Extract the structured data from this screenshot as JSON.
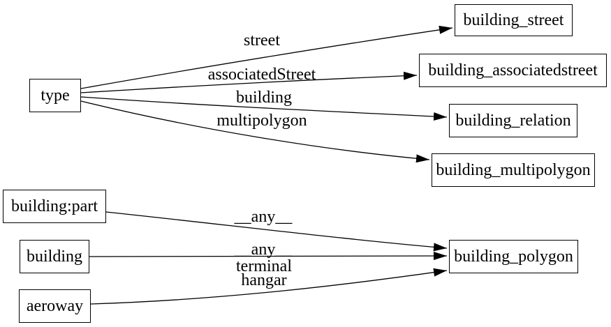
{
  "diagram": {
    "type": "graphviz-digraph",
    "background_color": "#ffffff",
    "line_color": "#000000",
    "text_color": "#000000",
    "node_fill_color": "#ffffff"
  },
  "nodes": [
    {
      "id": "type",
      "label": "type"
    },
    {
      "id": "building_street",
      "label": "building_street"
    },
    {
      "id": "building_associatedstreet",
      "label": "building_associatedstreet"
    },
    {
      "id": "building_relation",
      "label": "building_relation"
    },
    {
      "id": "building_multipolygon",
      "label": "building_multipolygon"
    },
    {
      "id": "building:part",
      "label": "building:part"
    },
    {
      "id": "building",
      "label": "building"
    },
    {
      "id": "aeroway",
      "label": "aeroway"
    },
    {
      "id": "building_polygon",
      "label": "building_polygon"
    }
  ],
  "edges": [
    {
      "from": "type",
      "to": "building_street",
      "label": "street"
    },
    {
      "from": "type",
      "to": "building_associatedstreet",
      "label": "associatedStreet"
    },
    {
      "from": "type",
      "to": "building_relation",
      "label": "building"
    },
    {
      "from": "type",
      "to": "building_multipolygon",
      "label": "multipolygon"
    },
    {
      "from": "building:part",
      "to": "building_polygon",
      "label": "__any__"
    },
    {
      "from": "building",
      "to": "building_polygon",
      "label": "__any__"
    },
    {
      "from": "aeroway",
      "to": "building_polygon",
      "label": "terminal",
      "label2": "hangar"
    }
  ]
}
